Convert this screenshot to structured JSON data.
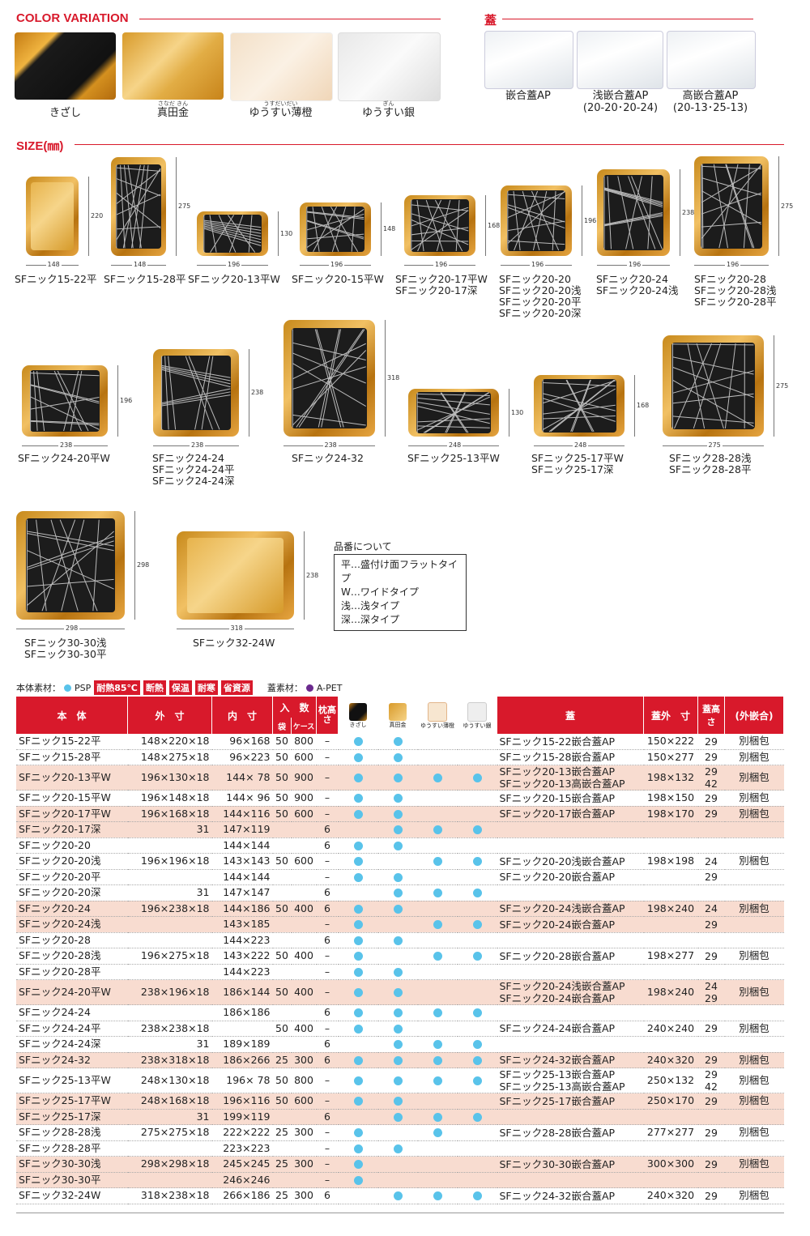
{
  "header": {
    "color_title": "COLOR VARIATION",
    "lid_title": "蓋",
    "size_title": "SIZE(㎜)"
  },
  "colors": [
    {
      "label": "きざし",
      "ruby": ""
    },
    {
      "label": "真田金",
      "ruby": "さなだ きん"
    },
    {
      "label": "ゆうすい薄橙",
      "ruby": "うすだいだい"
    },
    {
      "label": "ゆうすい銀",
      "ruby": "ぎん"
    }
  ],
  "lids": [
    {
      "label": "嵌合蓋AP",
      "sub": ""
    },
    {
      "label": "浅嵌合蓋AP",
      "sub": "(20-20･20-24)"
    },
    {
      "label": "高嵌合蓋AP",
      "sub": "(20-13･25-13)"
    }
  ],
  "trays": [
    {
      "names": [
        "SFニック15-22平"
      ],
      "w": "148",
      "h": "220"
    },
    {
      "names": [
        "SFニック15-28平"
      ],
      "w": "148",
      "h": "275"
    },
    {
      "names": [
        "SFニック20-13平W"
      ],
      "w": "196",
      "h": "130"
    },
    {
      "names": [
        "SFニック20-15平W"
      ],
      "w": "196",
      "h": "148"
    },
    {
      "names": [
        "SFニック20-17平W",
        "SFニック20-17深"
      ],
      "w": "196",
      "h": "168"
    },
    {
      "names": [
        "SFニック20-20",
        "SFニック20-20浅",
        "SFニック20-20平",
        "SFニック20-20深"
      ],
      "w": "196",
      "h": "196"
    },
    {
      "names": [
        "SFニック20-24",
        "SFニック20-24浅"
      ],
      "w": "196",
      "h": "238"
    },
    {
      "names": [
        "SFニック20-28",
        "SFニック20-28浅",
        "SFニック20-28平"
      ],
      "w": "196",
      "h": "275"
    },
    {
      "names": [
        "SFニック24-20平W"
      ],
      "w": "238",
      "h": "196"
    },
    {
      "names": [
        "SFニック24-24",
        "SFニック24-24平",
        "SFニック24-24深"
      ],
      "w": "238",
      "h": "238"
    },
    {
      "names": [
        "SFニック24-32"
      ],
      "w": "238",
      "h": "318"
    },
    {
      "names": [
        "SFニック25-13平W"
      ],
      "w": "248",
      "h": "130"
    },
    {
      "names": [
        "SFニック25-17平W",
        "SFニック25-17深"
      ],
      "w": "248",
      "h": "168"
    },
    {
      "names": [
        "SFニック28-28浅",
        "SFニック28-28平"
      ],
      "w": "275",
      "h": "275"
    },
    {
      "names": [
        "SFニック30-30浅",
        "SFニック30-30平"
      ],
      "w": "298",
      "h": "298"
    },
    {
      "names": [
        "SFニック32-24W"
      ],
      "w": "318",
      "h": "238"
    }
  ],
  "note": {
    "title": "品番について",
    "lines": [
      "平…盛付け面フラットタイプ",
      "W…ワイドタイプ",
      "浅…浅タイプ",
      "深…深タイプ"
    ]
  },
  "materials": {
    "body_label": "本体素材：",
    "body_material": "PSP",
    "badges": [
      "耐熱85℃",
      "断熱",
      "保温",
      "耐寒",
      "省資源"
    ],
    "lid_label": "蓋素材：",
    "lid_material": "A-PET"
  },
  "table": {
    "headers": {
      "body": "本　体",
      "outer": "外　寸",
      "inner": "内　寸",
      "count": "入　数",
      "bag": "袋",
      "case": "ケース",
      "pillow": "枕高さ",
      "colors": [
        "きざし",
        "真田金",
        "ゆうすい薄橙",
        "ゆうすい銀"
      ],
      "lid": "蓋",
      "lid_outer": "蓋外　寸",
      "lid_height": "蓋高さ",
      "pack": "(外嵌合)"
    },
    "rows": [
      {
        "name": "SFニック15-22平",
        "outer": "148×220×18",
        "inner": "96×168",
        "bag": "50",
        "case": "800",
        "pillow": "–",
        "dots": [
          1,
          1,
          0,
          0
        ],
        "lid": "SFニック15-22嵌合蓋AP",
        "lid_outer": "150×222",
        "lid_h": "29",
        "pack": "別梱包",
        "bg": 0
      },
      {
        "name": "SFニック15-28平",
        "outer": "148×275×18",
        "inner": "96×223",
        "bag": "50",
        "case": "600",
        "pillow": "–",
        "dots": [
          1,
          1,
          0,
          0
        ],
        "lid": "SFニック15-28嵌合蓋AP",
        "lid_outer": "150×277",
        "lid_h": "29",
        "pack": "別梱包",
        "bg": 0
      },
      {
        "name": "SFニック20-13平W",
        "outer": "196×130×18",
        "inner": "144× 78",
        "bag": "50",
        "case": "900",
        "pillow": "–",
        "dots": [
          1,
          1,
          1,
          1
        ],
        "lid": "SFニック20-13嵌合蓋AP / SFニック20-13高嵌合蓋AP",
        "lid_outer": "198×132",
        "lid_h": "29 / 42",
        "pack": "別梱包",
        "bg": 1
      },
      {
        "name": "SFニック20-15平W",
        "outer": "196×148×18",
        "inner": "144× 96",
        "bag": "50",
        "case": "900",
        "pillow": "–",
        "dots": [
          1,
          1,
          0,
          0
        ],
        "lid": "SFニック20-15嵌合蓋AP",
        "lid_outer": "198×150",
        "lid_h": "29",
        "pack": "別梱包",
        "bg": 0
      },
      {
        "name": "SFニック20-17平W",
        "outer": "196×168×18",
        "inner": "144×116",
        "bag": "50",
        "case": "600",
        "pillow": "–",
        "dots": [
          1,
          1,
          0,
          0
        ],
        "lid": "SFニック20-17嵌合蓋AP",
        "lid_outer": "198×170",
        "lid_h": "29",
        "pack": "別梱包",
        "bg": 1
      },
      {
        "name": "SFニック20-17深",
        "outer": "31",
        "inner": "147×119",
        "bag": "",
        "case": "",
        "pillow": "6",
        "dots": [
          0,
          1,
          1,
          1
        ],
        "lid": "",
        "lid_outer": "",
        "lid_h": "",
        "pack": "",
        "bg": 1
      },
      {
        "name": "SFニック20-20",
        "outer": "",
        "inner": "144×144",
        "bag": "",
        "case": "",
        "pillow": "6",
        "dots": [
          1,
          1,
          0,
          0
        ],
        "lid": "",
        "lid_outer": "",
        "lid_h": "",
        "pack": "",
        "bg": 0
      },
      {
        "name": "SFニック20-20浅",
        "outer": "196×196×18",
        "inner": "143×143",
        "bag": "50",
        "case": "600",
        "pillow": "–",
        "dots": [
          1,
          0,
          1,
          1
        ],
        "lid": "SFニック20-20浅嵌合蓋AP",
        "lid_outer": "198×198",
        "lid_h": "24",
        "pack": "別梱包",
        "bg": 0
      },
      {
        "name": "SFニック20-20平",
        "outer": "",
        "inner": "144×144",
        "bag": "",
        "case": "",
        "pillow": "–",
        "dots": [
          1,
          1,
          0,
          0
        ],
        "lid": "SFニック20-20嵌合蓋AP",
        "lid_outer": "",
        "lid_h": "29",
        "pack": "",
        "bg": 0
      },
      {
        "name": "SFニック20-20深",
        "outer": "31",
        "inner": "147×147",
        "bag": "",
        "case": "",
        "pillow": "6",
        "dots": [
          0,
          1,
          1,
          1
        ],
        "lid": "",
        "lid_outer": "",
        "lid_h": "",
        "pack": "",
        "bg": 0
      },
      {
        "name": "SFニック20-24",
        "outer": "196×238×18",
        "inner": "144×186",
        "bag": "50",
        "case": "400",
        "pillow": "6",
        "dots": [
          1,
          1,
          0,
          0
        ],
        "lid": "SFニック20-24浅嵌合蓋AP",
        "lid_outer": "198×240",
        "lid_h": "24",
        "pack": "別梱包",
        "bg": 1
      },
      {
        "name": "SFニック20-24浅",
        "outer": "",
        "inner": "143×185",
        "bag": "",
        "case": "",
        "pillow": "–",
        "dots": [
          1,
          0,
          1,
          1
        ],
        "lid": "SFニック20-24嵌合蓋AP",
        "lid_outer": "",
        "lid_h": "29",
        "pack": "",
        "bg": 1
      },
      {
        "name": "SFニック20-28",
        "outer": "",
        "inner": "144×223",
        "bag": "",
        "case": "",
        "pillow": "6",
        "dots": [
          1,
          1,
          0,
          0
        ],
        "lid": "",
        "lid_outer": "",
        "lid_h": "",
        "pack": "",
        "bg": 0
      },
      {
        "name": "SFニック20-28浅",
        "outer": "196×275×18",
        "inner": "143×222",
        "bag": "50",
        "case": "400",
        "pillow": "–",
        "dots": [
          1,
          0,
          1,
          1
        ],
        "lid": "SFニック20-28嵌合蓋AP",
        "lid_outer": "198×277",
        "lid_h": "29",
        "pack": "別梱包",
        "bg": 0
      },
      {
        "name": "SFニック20-28平",
        "outer": "",
        "inner": "144×223",
        "bag": "",
        "case": "",
        "pillow": "–",
        "dots": [
          1,
          1,
          0,
          0
        ],
        "lid": "",
        "lid_outer": "",
        "lid_h": "",
        "pack": "",
        "bg": 0
      },
      {
        "name": "SFニック24-20平W",
        "outer": "238×196×18",
        "inner": "186×144",
        "bag": "50",
        "case": "400",
        "pillow": "–",
        "dots": [
          1,
          1,
          0,
          0
        ],
        "lid": "SFニック20-24浅嵌合蓋AP / SFニック20-24嵌合蓋AP",
        "lid_outer": "198×240",
        "lid_h": "24 / 29",
        "pack": "別梱包",
        "bg": 1
      },
      {
        "name": "SFニック24-24",
        "outer": "",
        "inner": "186×186",
        "bag": "",
        "case": "",
        "pillow": "6",
        "dots": [
          1,
          1,
          1,
          1
        ],
        "lid": "",
        "lid_outer": "",
        "lid_h": "",
        "pack": "",
        "bg": 0
      },
      {
        "name": "SFニック24-24平",
        "outer": "238×238×18",
        "inner": "",
        "bag": "50",
        "case": "400",
        "pillow": "–",
        "dots": [
          1,
          1,
          0,
          0
        ],
        "lid": "SFニック24-24嵌合蓋AP",
        "lid_outer": "240×240",
        "lid_h": "29",
        "pack": "別梱包",
        "bg": 0
      },
      {
        "name": "SFニック24-24深",
        "outer": "31",
        "inner": "189×189",
        "bag": "",
        "case": "",
        "pillow": "6",
        "dots": [
          0,
          1,
          1,
          1
        ],
        "lid": "",
        "lid_outer": "",
        "lid_h": "",
        "pack": "",
        "bg": 0
      },
      {
        "name": "SFニック24-32",
        "outer": "238×318×18",
        "inner": "186×266",
        "bag": "25",
        "case": "300",
        "pillow": "6",
        "dots": [
          1,
          1,
          1,
          1
        ],
        "lid": "SFニック24-32嵌合蓋AP",
        "lid_outer": "240×320",
        "lid_h": "29",
        "pack": "別梱包",
        "bg": 1
      },
      {
        "name": "SFニック25-13平W",
        "outer": "248×130×18",
        "inner": "196× 78",
        "bag": "50",
        "case": "800",
        "pillow": "–",
        "dots": [
          1,
          1,
          1,
          1
        ],
        "lid": "SFニック25-13嵌合蓋AP / SFニック25-13高嵌合蓋AP",
        "lid_outer": "250×132",
        "lid_h": "29 / 42",
        "pack": "別梱包",
        "bg": 0
      },
      {
        "name": "SFニック25-17平W",
        "outer": "248×168×18",
        "inner": "196×116",
        "bag": "50",
        "case": "600",
        "pillow": "–",
        "dots": [
          1,
          1,
          0,
          0
        ],
        "lid": "SFニック25-17嵌合蓋AP",
        "lid_outer": "250×170",
        "lid_h": "29",
        "pack": "別梱包",
        "bg": 1
      },
      {
        "name": "SFニック25-17深",
        "outer": "31",
        "inner": "199×119",
        "bag": "",
        "case": "",
        "pillow": "6",
        "dots": [
          0,
          1,
          1,
          1
        ],
        "lid": "",
        "lid_outer": "",
        "lid_h": "",
        "pack": "",
        "bg": 1
      },
      {
        "name": "SFニック28-28浅",
        "outer": "275×275×18",
        "inner": "222×222",
        "bag": "25",
        "case": "300",
        "pillow": "–",
        "dots": [
          1,
          0,
          1,
          0
        ],
        "lid": "SFニック28-28嵌合蓋AP",
        "lid_outer": "277×277",
        "lid_h": "29",
        "pack": "別梱包",
        "bg": 0
      },
      {
        "name": "SFニック28-28平",
        "outer": "",
        "inner": "223×223",
        "bag": "",
        "case": "",
        "pillow": "–",
        "dots": [
          1,
          1,
          0,
          0
        ],
        "lid": "",
        "lid_outer": "",
        "lid_h": "",
        "pack": "",
        "bg": 0
      },
      {
        "name": "SFニック30-30浅",
        "outer": "298×298×18",
        "inner": "245×245",
        "bag": "25",
        "case": "300",
        "pillow": "–",
        "dots": [
          1,
          0,
          0,
          0
        ],
        "lid": "SFニック30-30嵌合蓋AP",
        "lid_outer": "300×300",
        "lid_h": "29",
        "pack": "別梱包",
        "bg": 1
      },
      {
        "name": "SFニック30-30平",
        "outer": "",
        "inner": "246×246",
        "bag": "",
        "case": "",
        "pillow": "–",
        "dots": [
          1,
          0,
          0,
          0
        ],
        "lid": "",
        "lid_outer": "",
        "lid_h": "",
        "pack": "",
        "bg": 1
      },
      {
        "name": "SFニック32-24W",
        "outer": "318×238×18",
        "inner": "266×186",
        "bag": "25",
        "case": "300",
        "pillow": "6",
        "dots": [
          0,
          1,
          1,
          1
        ],
        "lid": "SFニック24-32嵌合蓋AP",
        "lid_outer": "240×320",
        "lid_h": "29",
        "pack": "別梱包",
        "bg": 0
      }
    ]
  },
  "colors_hex": {
    "accent": "#d8192b",
    "dot": "#59c3ea",
    "pink_row": "#f8dcd0",
    "purple_dot": "#6b2a8e"
  }
}
